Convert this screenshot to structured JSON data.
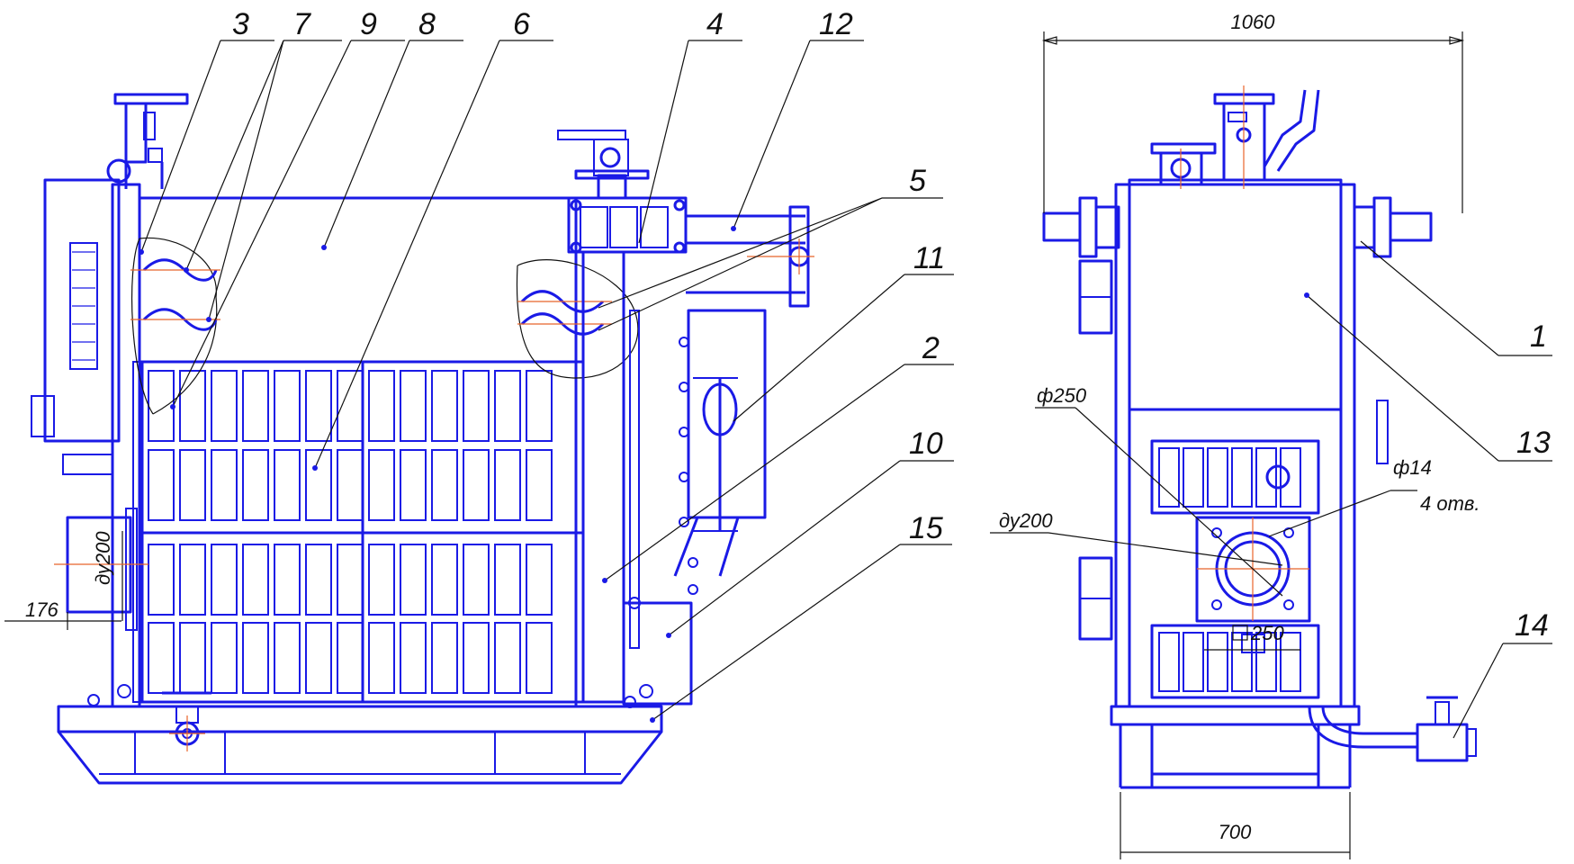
{
  "callouts": {
    "n1": "1",
    "n2": "2",
    "n3": "3",
    "n4": "4",
    "n5": "5",
    "n6": "6",
    "n7": "7",
    "n8": "8",
    "n9": "9",
    "n10": "10",
    "n11": "11",
    "n12": "12",
    "n13": "13",
    "n14": "14",
    "n15": "15"
  },
  "dimensions": {
    "width_top": "1060",
    "width_bottom": "700",
    "dn_side": "ду200",
    "offset_side": "176",
    "phi_outer": "ф250",
    "phi_holes": "ф14",
    "holes_count": "4 отв.",
    "dn_front": "ду200",
    "square": "250"
  },
  "colors": {
    "line": "#1a1ae6",
    "centerline": "#e8632a",
    "leader": "#111111"
  }
}
